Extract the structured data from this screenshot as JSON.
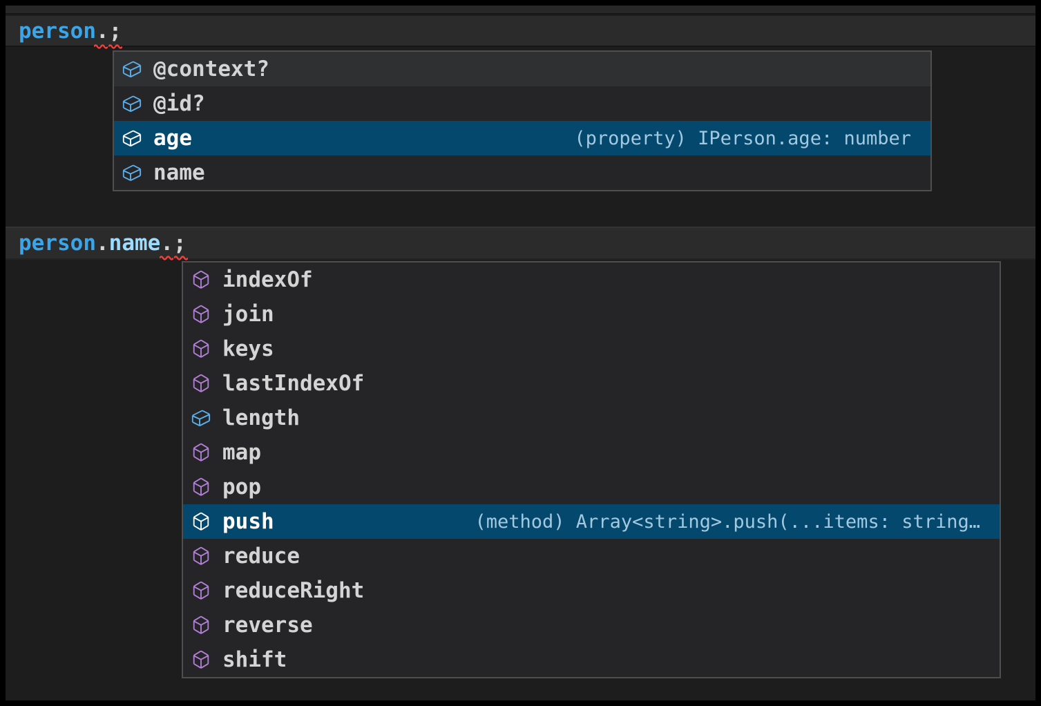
{
  "editor": {
    "code_lines": [
      {
        "name": "line-1",
        "tokens": [
          {
            "text": "person",
            "type": "identifier"
          },
          {
            "text": ".",
            "type": "punctuation"
          },
          {
            "text": ";",
            "type": "punctuation"
          }
        ]
      },
      {
        "name": "line-2",
        "tokens": [
          {
            "text": "person",
            "type": "identifier"
          },
          {
            "text": ".",
            "type": "punctuation"
          },
          {
            "text": "name",
            "type": "property"
          },
          {
            "text": ".",
            "type": "punctuation"
          },
          {
            "text": ";",
            "type": "punctuation"
          }
        ]
      }
    ]
  },
  "suggest_widgets": [
    {
      "name": "person-member-suggestions",
      "items": [
        {
          "label": "@context?",
          "icon": "field",
          "state": "hover"
        },
        {
          "label": "@id?",
          "icon": "field"
        },
        {
          "label": "age",
          "icon": "field",
          "state": "selected",
          "detail": "(property) IPerson.age: number"
        },
        {
          "label": "name",
          "icon": "field"
        }
      ]
    },
    {
      "name": "string-member-suggestions",
      "items": [
        {
          "label": "indexOf",
          "icon": "method"
        },
        {
          "label": "join",
          "icon": "method"
        },
        {
          "label": "keys",
          "icon": "method"
        },
        {
          "label": "lastIndexOf",
          "icon": "method"
        },
        {
          "label": "length",
          "icon": "field"
        },
        {
          "label": "map",
          "icon": "method"
        },
        {
          "label": "pop",
          "icon": "method"
        },
        {
          "label": "push",
          "icon": "method",
          "state": "selected",
          "detail": "(method) Array<string>.push(...items: string…"
        },
        {
          "label": "reduce",
          "icon": "method"
        },
        {
          "label": "reduceRight",
          "icon": "method"
        },
        {
          "label": "reverse",
          "icon": "method"
        },
        {
          "label": "shift",
          "icon": "method"
        }
      ]
    }
  ],
  "colors": {
    "selection_background": "#05486e",
    "hover_background": "#2e3032",
    "widget_background": "#252527",
    "widget_border": "#4f4f4f",
    "field_icon_blue": "#5bb0ec",
    "method_icon_purple": "#b37fd9",
    "identifier_blue": "#3aa5e8",
    "property_blue": "#9cdcfe",
    "error_squiggle_red": "#f0403c"
  }
}
